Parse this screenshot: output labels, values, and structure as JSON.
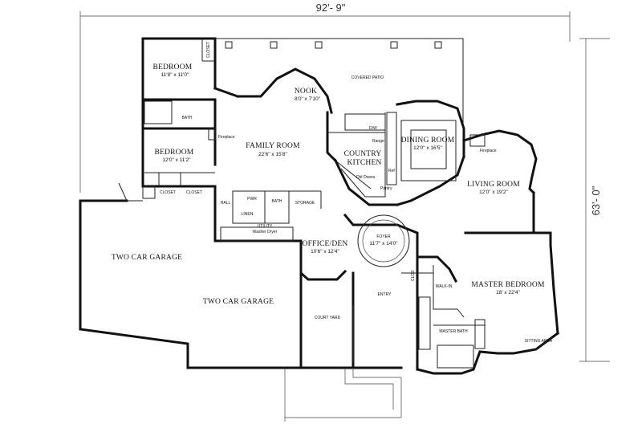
{
  "overall": {
    "width": "92'- 9\"",
    "depth": "63'- 0\""
  },
  "rooms": {
    "bedroom1": {
      "name": "BEDROOM",
      "size": "11'8\" x 11'0\""
    },
    "bedroom2": {
      "name": "BEDROOM",
      "size": "12'0\" x 11'2\""
    },
    "bath": {
      "name": "BATH"
    },
    "closet_a": {
      "name": "CLOSET"
    },
    "closet_b": {
      "name": "CLOSET"
    },
    "closet_c": {
      "name": "CLOSET"
    },
    "family": {
      "name": "FAMILY ROOM",
      "size": "22'6\" x 15'8\""
    },
    "fireplace_family": {
      "name": "Fireplace"
    },
    "nook": {
      "name": "NOOK",
      "size": "8'0\" x 7'10\""
    },
    "patio": {
      "name": "COVERED PATIO"
    },
    "kitchen": {
      "name": "COUNTRY",
      "name2": "KITCHEN"
    },
    "kitchen_dw": {
      "name": "D/W"
    },
    "kitchen_range": {
      "name": "Range"
    },
    "kitchen_ref": {
      "name": "Ref"
    },
    "kitchen_ovens": {
      "name": "Dbl Ovens"
    },
    "kitchen_pantry": {
      "name": "Pantry"
    },
    "dining": {
      "name": "DINING ROOM",
      "size": "12'0\" x 16'5\""
    },
    "fireplace_living": {
      "name": "Fireplace"
    },
    "living": {
      "name": "LIVING ROOM",
      "size": "12'0\" x 19'2\""
    },
    "hall": {
      "name": "HALL"
    },
    "pwr": {
      "name": "PWR"
    },
    "bath2": {
      "name": "BATH"
    },
    "linen": {
      "name": "LINEN"
    },
    "storage": {
      "name": "STORAGE"
    },
    "utility": {
      "name": "UTILITY",
      "sub": "Washer   Dryer"
    },
    "garage1": {
      "name": "TWO CAR GARAGE"
    },
    "garage2": {
      "name": "TWO CAR GARAGE"
    },
    "office": {
      "name": "OFFICE/DEN",
      "size": "10'6\" x 12'4\""
    },
    "foyer": {
      "name": "FOYER",
      "size": "11'7\" x 14'0\""
    },
    "courtyard": {
      "name": "COURT YARD"
    },
    "entry": {
      "name": "ENTRY"
    },
    "closet_entry": {
      "name": "CLOS"
    },
    "walkin": {
      "name": "WALK-IN"
    },
    "master": {
      "name": "MASTER BEDROOM",
      "size": "18' x 22'4\""
    },
    "master_bath": {
      "name": "MASTER BATH"
    },
    "sitting": {
      "name": "SITTING AREA"
    }
  }
}
